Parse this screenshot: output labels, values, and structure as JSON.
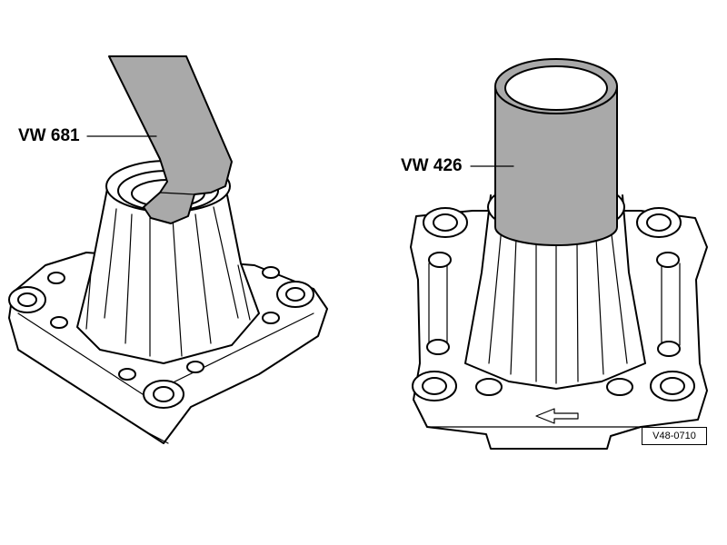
{
  "diagram": {
    "left_tool_label": "VW 681",
    "right_tool_label": "VW 426",
    "reference_code": "V48-0710",
    "colors": {
      "line": "#000000",
      "tool_fill": "#a9a9a9",
      "background": "#ffffff"
    }
  }
}
